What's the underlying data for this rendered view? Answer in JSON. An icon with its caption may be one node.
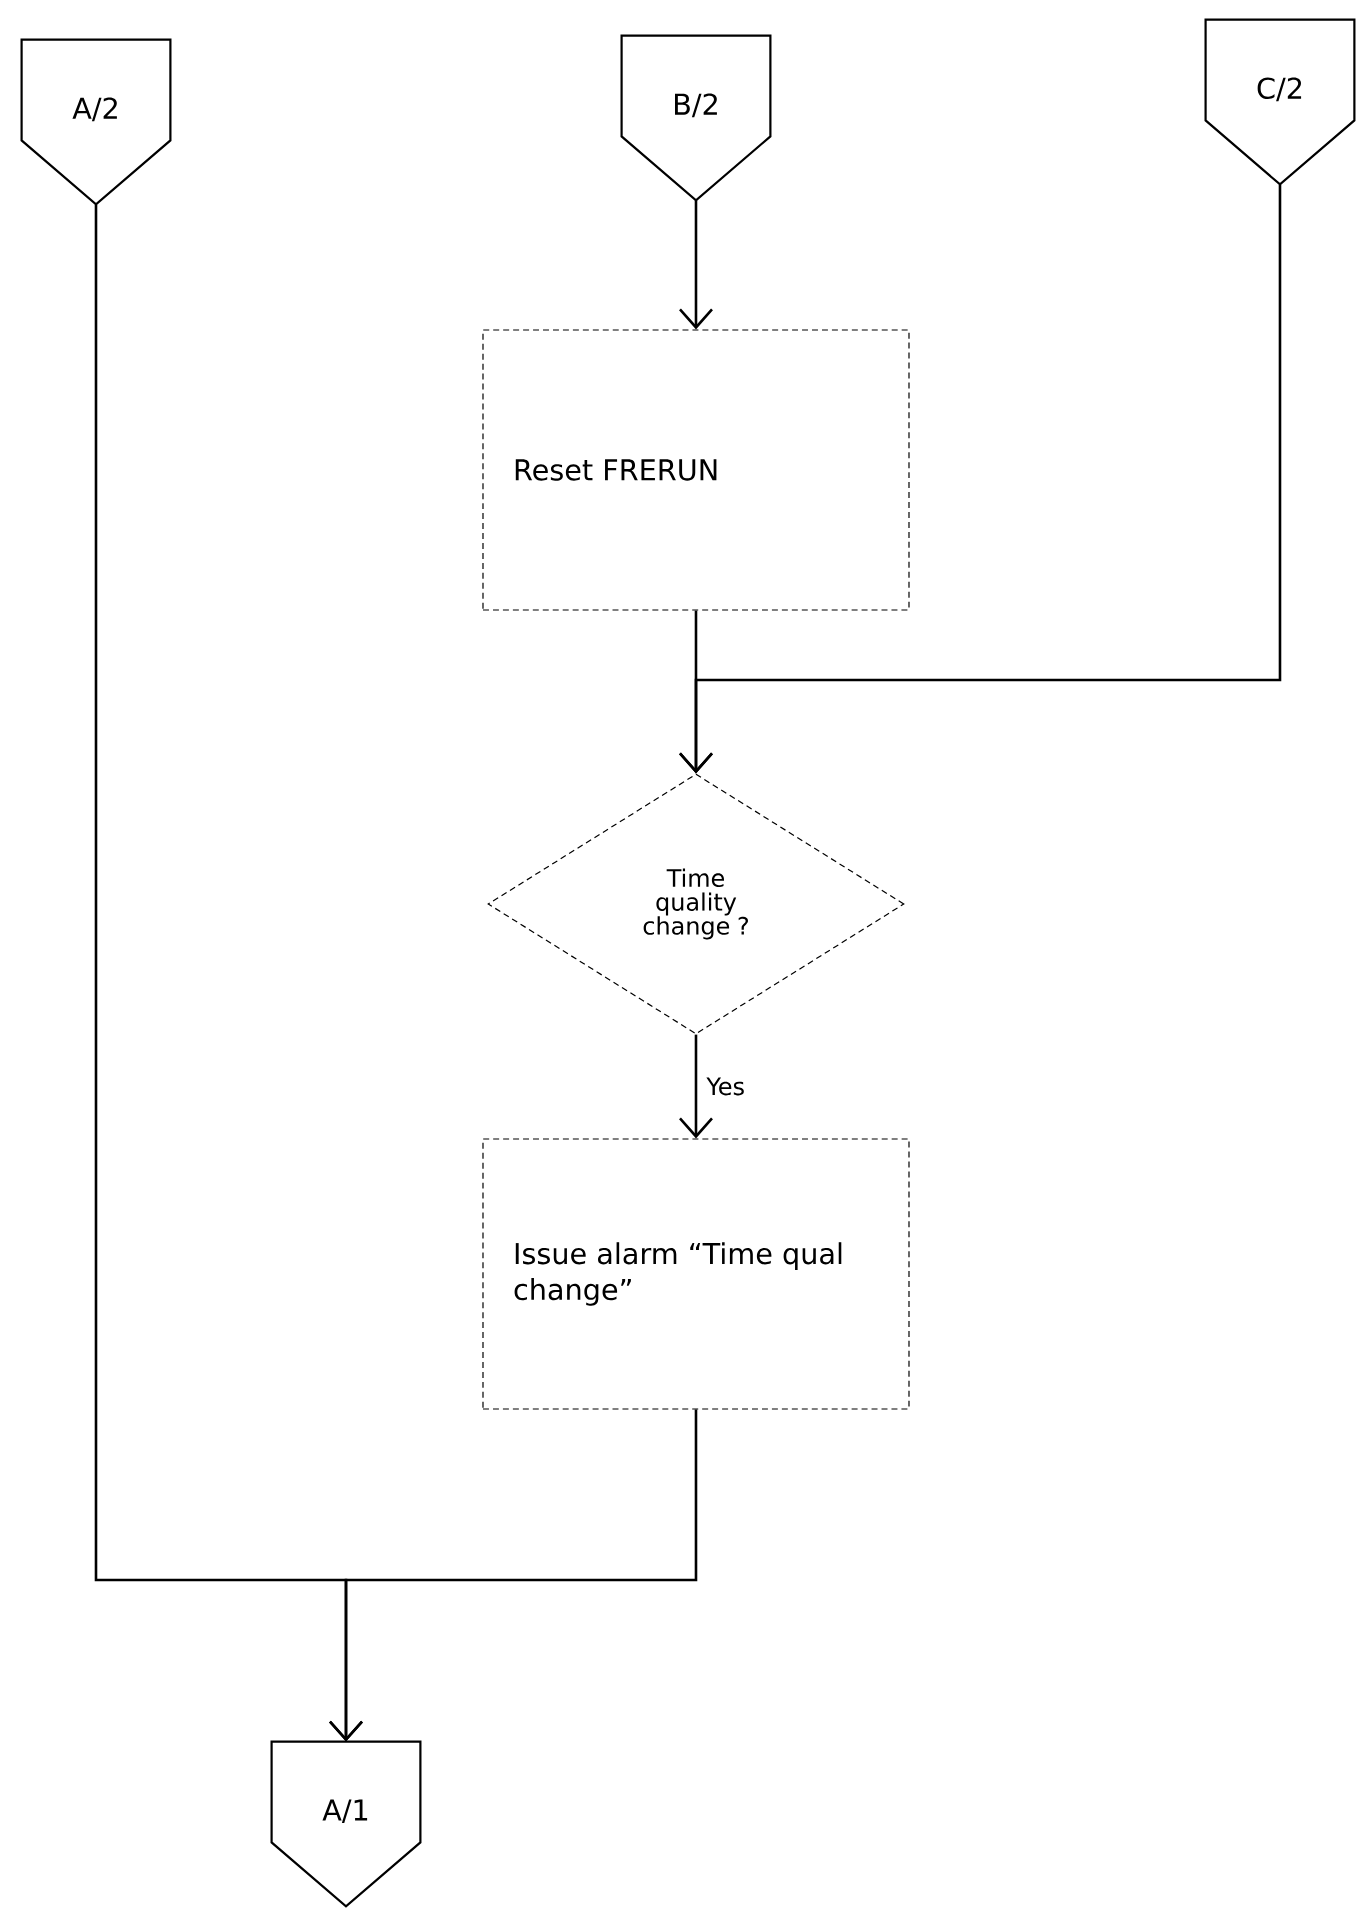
{
  "diagram": {
    "nodes": [
      {
        "text": [
          "A/2"
        ]
      },
      {
        "text": [
          "B/2"
        ]
      },
      {
        "text": [
          "C/2"
        ]
      },
      {
        "text": [
          "Reset FRERUN"
        ]
      },
      {
        "text": [
          "Time quality change ?"
        ]
      },
      {
        "text": [
          "Issue alarm “Time qual change”"
        ]
      },
      {
        "text": [
          "A/1"
        ]
      }
    ],
    "edges": [
      {
        "from": 1,
        "to": 3,
        "arrow": "to"
      },
      {
        "from": 3,
        "to": 4,
        "arrow": "to"
      },
      {
        "from": 2,
        "to": 4,
        "arrow": "to"
      },
      {
        "from": 4,
        "to": 5,
        "arrow": "to",
        "label": "Yes"
      },
      {
        "from": 0,
        "to": 6,
        "arrow": "to"
      },
      {
        "from": 5,
        "to": 6,
        "arrow": "to"
      }
    ]
  }
}
